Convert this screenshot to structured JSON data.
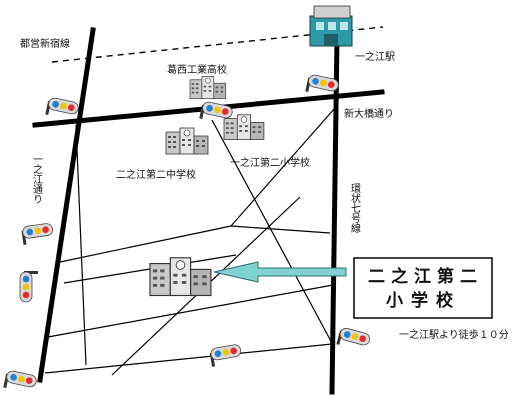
{
  "labels": {
    "subway_line": "都営新宿線",
    "station": "一之江駅",
    "high_school": "葛西工業高校",
    "new_ohashi_road": "新大橋通り",
    "junior_high": "二之江第二中学校",
    "elementary_nearby": "一之江第二小学校",
    "ichinoe_road": "一之江通り",
    "ring7": "環状七号線",
    "target_line1": "二之江第二",
    "target_line2": "小学校",
    "walk_info": "一之江駅より徒歩１０分"
  },
  "colors": {
    "arrow": "#7fd3d3",
    "road": "#000000",
    "station_teal": "#2e9aa8"
  },
  "icons": {
    "traffic_light": "traffic-light-icon",
    "school_building": "school-building-icon",
    "train_station": "train-station-icon"
  }
}
